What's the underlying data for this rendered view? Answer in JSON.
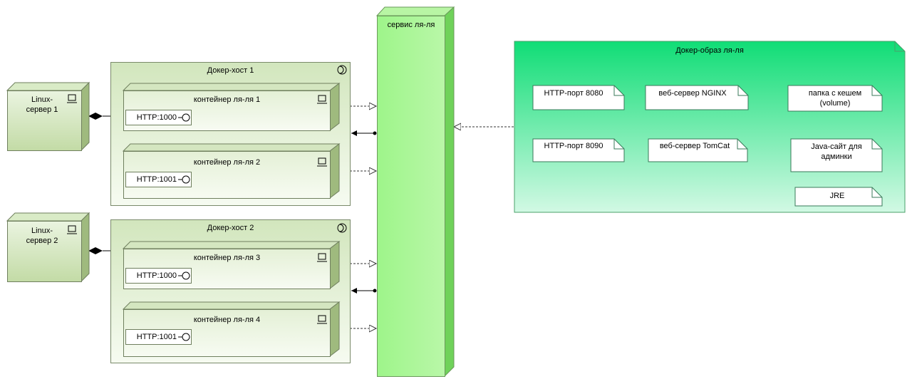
{
  "service": {
    "label": "сервис ля-ля"
  },
  "servers": [
    {
      "label": "Linux-\nсервер 1",
      "icon": "device-icon"
    },
    {
      "label": "Linux-\nсервер 2",
      "icon": "device-icon"
    }
  ],
  "hosts": [
    {
      "label": "Докер-хост 1",
      "icon": "execution-env-icon"
    },
    {
      "label": "Докер-хост 2",
      "icon": "execution-env-icon"
    }
  ],
  "containers": [
    {
      "label": "контейнер ля-ля 1",
      "port": "HTTP:1000"
    },
    {
      "label": "контейнер ля-ля 2",
      "port": "HTTP:1001"
    },
    {
      "label": "контейнер ля-ля 3",
      "port": "HTTP:1000"
    },
    {
      "label": "контейнер ля-ля 4",
      "port": "HTTP:1001"
    }
  ],
  "image": {
    "label": "Докер-образ ля-ля",
    "row1": {
      "port": "HTTP-порт 8080",
      "server": "веб-сервер NGINX",
      "volume": "папка с кешем\n(volume)"
    },
    "row2": {
      "port": "HTTP-порт 8090",
      "server": "веб-сервер TomCat",
      "site": "Java-сайт для\nадминки",
      "runtime": "JRE"
    }
  }
}
